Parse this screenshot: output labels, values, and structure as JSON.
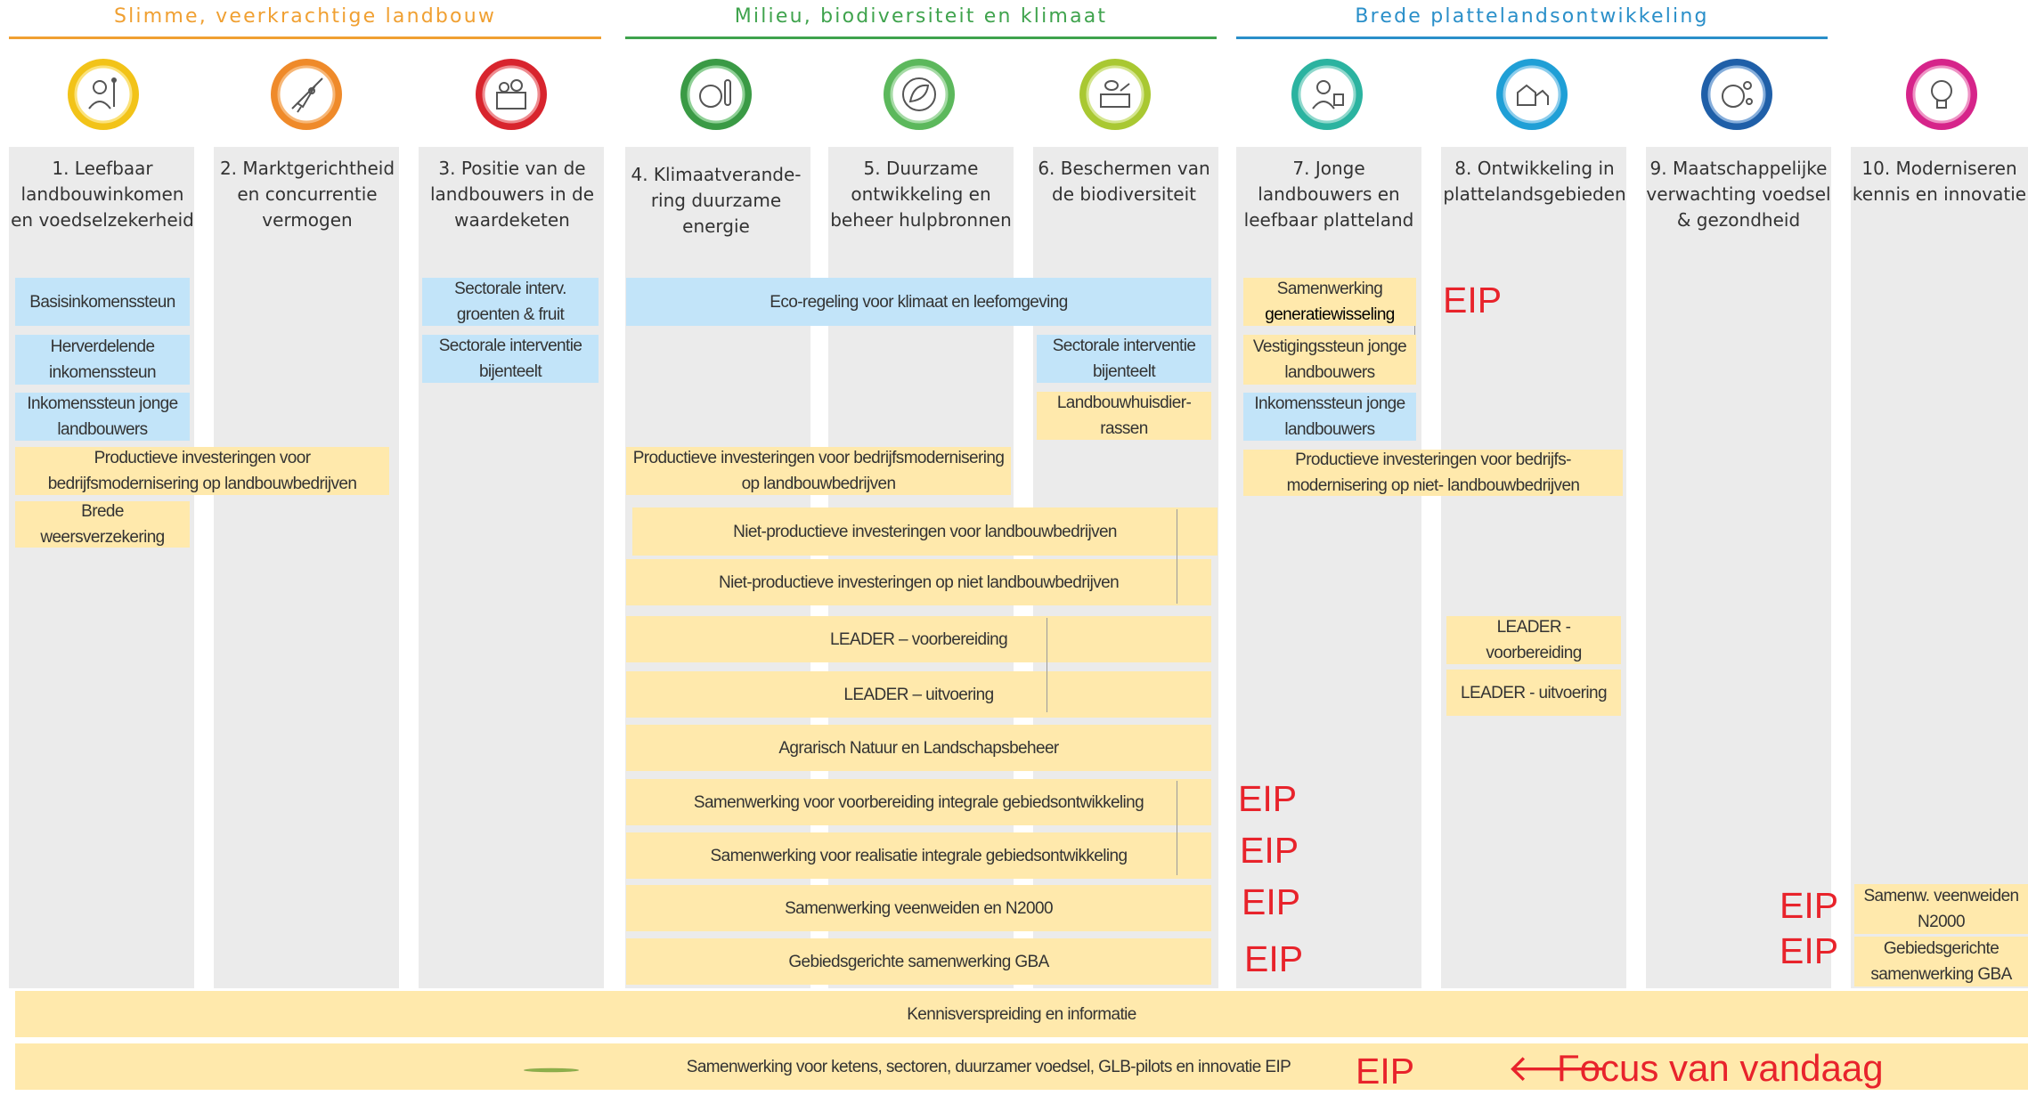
{
  "groups": [
    {
      "title": "Slimme, veerkrachtige landbouw",
      "color": "#f0a032"
    },
    {
      "title": "Milieu, biodiversiteit en klimaat",
      "color": "#3fa34d"
    },
    {
      "title": "Brede plattelandsontwikkeling",
      "color": "#2a8fc9"
    }
  ],
  "objectives": [
    {
      "title": "1. Leefbaar landbouwinkomen en voedselzekerheid",
      "icon": "farmer-icon",
      "color": "#f2c318"
    },
    {
      "title": "2. Marktgerichtheid en concurrentie vermogen",
      "icon": "rocket-icon",
      "color": "#ef8a2a"
    },
    {
      "title": "3. Positie van de landbouwers in de waardeketen",
      "icon": "basket-icon",
      "color": "#d8242d"
    },
    {
      "title": "4. Klimaatverande-ring duurzame energie",
      "icon": "climate-icon",
      "color": "#3a9a45"
    },
    {
      "title": "5. Duurzame ontwikkeling en beheer hulpbronnen",
      "icon": "leaf-icon",
      "color": "#5cb85c"
    },
    {
      "title": "6. Beschermen van de biodiversiteit",
      "icon": "bee-icon",
      "color": "#a9c832"
    },
    {
      "title": "7. Jonge landbouwers en leefbaar platteland",
      "icon": "young-farmer-icon",
      "color": "#2bb3a0"
    },
    {
      "title": "8. Ontwikkeling in plattelandsgebieden",
      "icon": "village-icon",
      "color": "#1f9fd6"
    },
    {
      "title": "9. Maatschappelijke verwachting voedsel & gezondheid",
      "icon": "food-icon",
      "color": "#1f5fa8"
    },
    {
      "title": "10. Moderniseren kennis en innovatie",
      "icon": "lightbulb-icon",
      "color": "#d6248a"
    }
  ],
  "interventions": {
    "basisinkomen": "Basisinkomenssteun",
    "herverdelend": "Herverdelende inkomenssteun",
    "inkomen_jong_1": "Inkomenssteun jonge landbouwers",
    "prod_inv_1": "Productieve investeringen voor bedrijfsmodernisering op landbouwbedrijven",
    "brede_weers": "Brede weersverzekering",
    "sect_groenten": "Sectorale interv. groenten & fruit",
    "sect_bijen_3": "Sectorale interventie bijenteelt",
    "eco": "Eco-regeling voor klimaat en leefomgeving",
    "sect_bijen_6": "Sectorale interventie bijenteelt",
    "huisdier": "Landbouwhuisdier-rassen",
    "prod_inv_4": "Productieve investeringen voor bedrijfsmodernisering op landbouwbedrijven",
    "niet_prod_1": "Niet-productieve investeringen voor landbouwbedrijven",
    "niet_prod_2": "Niet-productieve investeringen op niet landbouwbedrijven",
    "leader_voor_1": "LEADER – voorbereiding",
    "leader_uit_1": "LEADER – uitvoering",
    "anlb": "Agrarisch Natuur en Landschapsbeheer",
    "sam_voor": "Samenwerking voor voorbereiding integrale gebiedsontwikkeling",
    "sam_real": "Samenwerking voor realisatie integrale gebiedsontwikkeling",
    "sam_veen": "Samenwerking veenweiden en N2000",
    "gba": "Gebiedsgerichte samenwerking  GBA",
    "sam_gen_1": "Samenwerking",
    "sam_gen_2": "generatiewisseling",
    "vestiging": "Vestigingssteun jonge landbouwers",
    "inkomen_jong_7": "Inkomenssteun jonge landbouwers",
    "prod_inv_7": "Productieve investeringen voor bedrijfs-modernisering op niet- landbouwbedrijven",
    "leader_voor_8": "LEADER - voorbereiding",
    "leader_uit_8": "LEADER -  uitvoering",
    "samenw_veen_10": "Samenw. veenweiden N2000",
    "gba_10": "Gebiedsgerichte samenwerking  GBA",
    "kennis": "Kennisverspreiding en informatie",
    "ketens": "Samenwerking voor ketens, sectoren, duurzamer voedsel, GLB-pilots en innovatie EIP"
  },
  "eip_label": "EIP",
  "focus_text": "Focus van vandaag",
  "focus_arrow": "🡐",
  "colors": {
    "blue_box": "#c2e4f9",
    "yellow_box": "#ffe9ac",
    "eip_red": "#e8232b",
    "ellipse_green": "#8db04a"
  }
}
